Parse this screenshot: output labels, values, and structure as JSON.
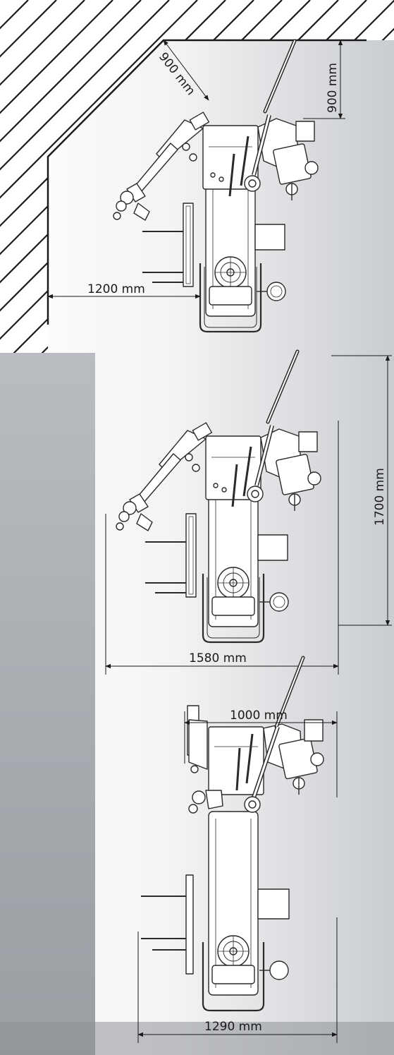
{
  "diagram": {
    "colors": {
      "background_light": "#ffffff",
      "background_dark": "#9ea2a7",
      "wall_hatch": "#1a1a1a",
      "dimension_line": "#1a1a1a",
      "machine_stroke": "#2a2a2a"
    },
    "layouts": [
      {
        "id": "corner-installation",
        "dimensions": [
          {
            "id": "wall-clearance-diagonal",
            "label": "900 mm"
          },
          {
            "id": "wall-clearance-vertical",
            "label": "900 mm"
          },
          {
            "id": "side-clearance",
            "label": "1200 mm"
          }
        ]
      },
      {
        "id": "working-position",
        "dimensions": [
          {
            "id": "overall-length",
            "label": "1700 mm"
          },
          {
            "id": "overall-width",
            "label": "1580 mm"
          }
        ]
      },
      {
        "id": "folded-position",
        "dimensions": [
          {
            "id": "folded-depth",
            "label": "1000 mm"
          },
          {
            "id": "folded-width",
            "label": "1290 mm"
          }
        ]
      }
    ]
  }
}
